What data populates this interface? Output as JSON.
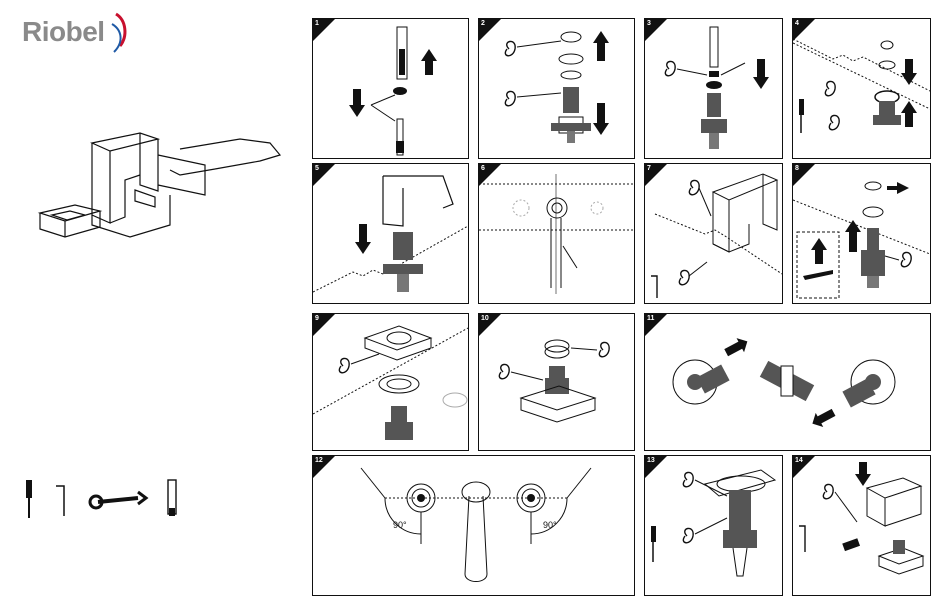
{
  "brand": {
    "name": "Riobel",
    "swirl_colors": [
      "#c8102e",
      "#1f5aa6"
    ]
  },
  "steps": [
    {
      "number": "1"
    },
    {
      "number": "2"
    },
    {
      "number": "3"
    },
    {
      "number": "4"
    },
    {
      "number": "5"
    },
    {
      "number": "6"
    },
    {
      "number": "7"
    },
    {
      "number": "8"
    },
    {
      "number": "9"
    },
    {
      "number": "10"
    },
    {
      "number": "11"
    },
    {
      "number": "12"
    },
    {
      "number": "13"
    },
    {
      "number": "14"
    }
  ],
  "step12": {
    "angle_left": "90°",
    "angle_right": "90°"
  },
  "tools": [
    "screwdriver-icon",
    "hex-key-icon",
    "wrench-icon",
    "cartridge-tool-icon"
  ]
}
